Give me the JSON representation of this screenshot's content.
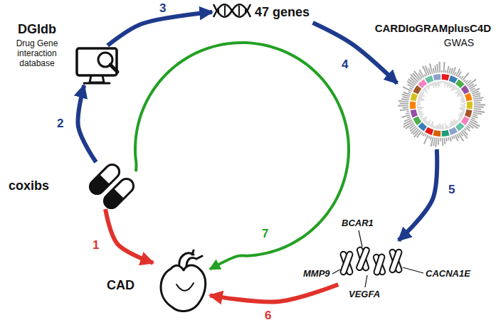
{
  "diagram": {
    "nodes": [
      {
        "text": [
          "coxibs"
        ]
      },
      {
        "text": [
          "DGIdb",
          "Drug Gene interaction database"
        ]
      },
      {
        "text": [
          "47 genes"
        ]
      },
      {
        "text": [
          "CARDIoGRAMplusC4D",
          "GWAS"
        ]
      },
      {
        "text": [
          "BCAR1",
          "MMP9",
          "VEGFA",
          "CACNA1E"
        ]
      },
      {
        "text": [
          "CAD"
        ]
      }
    ],
    "edges": [
      {
        "from": 0,
        "to": 5,
        "arrow": "to",
        "label": "1"
      },
      {
        "from": 0,
        "to": 1,
        "arrow": "to",
        "label": "2"
      },
      {
        "from": 1,
        "to": 2,
        "arrow": "to",
        "label": "3"
      },
      {
        "from": 2,
        "to": 3,
        "arrow": "to",
        "label": "4"
      },
      {
        "from": 3,
        "to": 4,
        "arrow": "to",
        "label": "5"
      },
      {
        "from": 4,
        "to": 5,
        "arrow": "to",
        "label": "6"
      },
      {
        "from": 0,
        "to": 5,
        "arrow": "to",
        "label": "7"
      }
    ]
  }
}
